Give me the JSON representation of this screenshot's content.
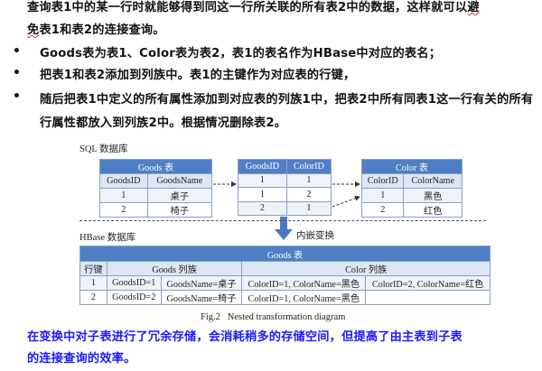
{
  "intro": {
    "line1_pre": "查询表1中的某一行时就能够得到同这一行所关联的所有表2中的数据，这样就可以",
    "line1_wavy": "避",
    "line2_wavy": "免",
    "line2_post": "表1和表2的连接查询。"
  },
  "bullets": [
    {
      "symbol": "•",
      "text": "Goods表为表1、Color表为表2，表1的表名作为HBase中对应的表名；"
    },
    {
      "symbol": "•",
      "text": "把表1和表2添加到列族中。表1的主键作为对应表的行键，"
    },
    {
      "symbol": "•",
      "text": "随后把表1中定义的所有属性添加到对应表的列族1中，把表2中所有同表1这一行有关的所有行属性都放入到列族2中。根据情况删除表2。"
    }
  ],
  "figure": {
    "sql_label": "SQL 数据库",
    "hbase_label": "HBase 数据库",
    "nest_label": "内嵌变换",
    "goods": {
      "title": "Goods 表",
      "headers": [
        "GoodsID",
        "GoodsName"
      ],
      "rows": [
        [
          "1",
          "桌子"
        ],
        [
          "2",
          "椅子"
        ]
      ]
    },
    "link": {
      "headers": [
        "GoodsID",
        "ColorID"
      ],
      "rows": [
        [
          "1",
          "1"
        ],
        [
          "1",
          "2"
        ],
        [
          "2",
          "1"
        ]
      ]
    },
    "color": {
      "title": "Color 表",
      "headers": [
        "ColorID",
        "ColorName"
      ],
      "rows": [
        [
          "1",
          "黑色"
        ],
        [
          "2",
          "红色"
        ]
      ]
    },
    "hbase": {
      "title": "Goods 表",
      "rowkey_header": "行键",
      "family1_header": "Goods 列族",
      "family2_header": "Color 列族",
      "rows": [
        {
          "key": "1",
          "f1a": "GoodsID=1",
          "f1b": "GoodsName=桌子",
          "f2a": "ColorID=1, ColorName=黑色",
          "f2b": "ColorID=2, ColorName=红色"
        },
        {
          "key": "2",
          "f1a": "GoodsID=2",
          "f1b": "GoodsName=椅子",
          "f2a": "ColorID=1, ColorName=黑色",
          "f2b": ""
        }
      ]
    },
    "caption": "Fig.2   Nested transformation diagram"
  },
  "conclusion": {
    "line1": "在变换中对子表进行了冗余存储，会消耗稍多的存储空间，但提高了由主表到子表",
    "line2": "的连接查询的效率。",
    "color": "#1a1aff"
  }
}
